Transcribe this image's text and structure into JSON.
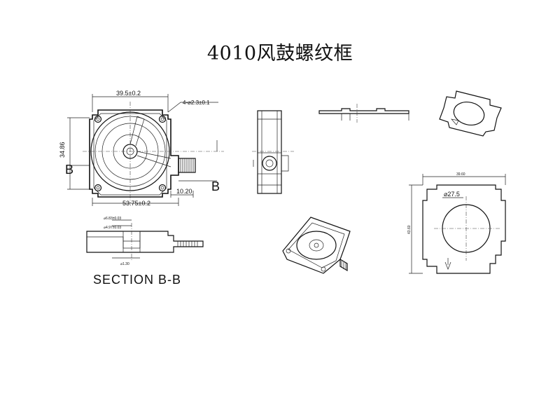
{
  "title": "4010风鼓螺纹框",
  "top_view": {
    "dim_width": "39.5±0.2",
    "dim_hole": "4-⌀2.3±0.1",
    "dim_height": "34.86",
    "dim_total": "53.75±0.2",
    "dim_thread": "10.20",
    "section_mark_left": "B",
    "section_mark_right": "B"
  },
  "section": {
    "label": "SECTION B-B",
    "dim_a": "⌀6.83±0.03",
    "dim_b": "⌀4.97±0.03",
    "dim_c": "⌀1.30"
  },
  "flat_view": {
    "dim_width": "39.60",
    "dim_height": "43.60",
    "dim_circle": "⌀27.5"
  }
}
